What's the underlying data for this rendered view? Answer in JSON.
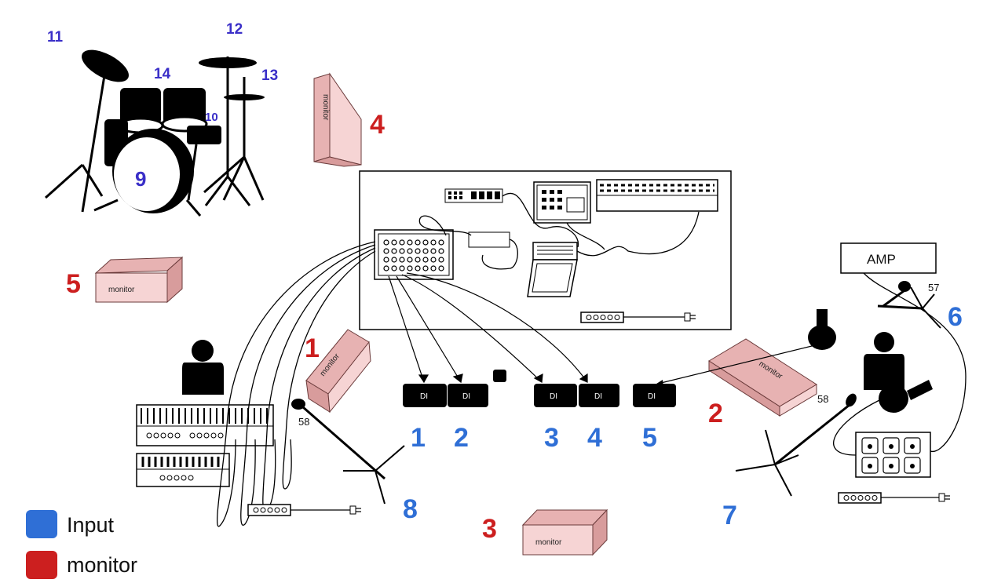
{
  "colors": {
    "input": "#2f6fd6",
    "monitor": "#cc1f1f",
    "drum_numbers": "#3a2fc8",
    "monitor_box": "#f3c9c9"
  },
  "drums": {
    "cymbal_left": "11",
    "cymbal_right": "12",
    "hihat": "13",
    "toms": "14",
    "floor_tom": "10",
    "kick": "9"
  },
  "monitors": [
    {
      "number": "4",
      "label": "monitor"
    },
    {
      "number": "5",
      "label": "monitor"
    },
    {
      "number": "1",
      "label": "monitor"
    },
    {
      "number": "2",
      "label": "monitor"
    },
    {
      "number": "3",
      "label": "monitor"
    }
  ],
  "di_boxes": [
    {
      "label": "DI",
      "input": "1"
    },
    {
      "label": "DI",
      "input": "2"
    },
    {
      "label": "DI",
      "input": "3"
    },
    {
      "label": "DI",
      "input": "4"
    },
    {
      "label": "DI",
      "input": "5"
    }
  ],
  "amp": {
    "label": "AMP",
    "mic": "57",
    "input": "6"
  },
  "vocal_mics": [
    {
      "model": "58",
      "input": "8"
    },
    {
      "model": "58",
      "input": "7"
    }
  ],
  "legend": [
    {
      "label": "Input",
      "color": "#2f6fd6"
    },
    {
      "label": "monitor",
      "color": "#cc1f1f"
    }
  ]
}
